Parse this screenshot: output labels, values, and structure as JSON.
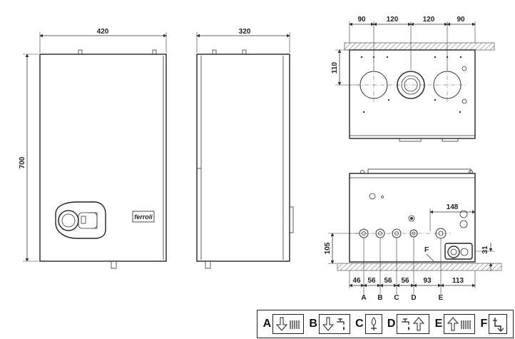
{
  "front_view": {
    "width_label": "420",
    "height_label": "700",
    "logo_text": "ferroli"
  },
  "side_view": {
    "depth_label": "320"
  },
  "top_view": {
    "dims": [
      "90",
      "120",
      "120",
      "90"
    ],
    "height_dim": "110"
  },
  "bottom_view": {
    "width_dim": "148",
    "height_dim": "105",
    "small_dim": "31",
    "f_label": "F",
    "spacings": [
      "46",
      "56",
      "56",
      "56",
      "93",
      "113"
    ],
    "connection_labels": [
      "A",
      "B",
      "C",
      "D",
      "E"
    ]
  },
  "legend": [
    {
      "letter": "A",
      "icon": "heating-flow-icon"
    },
    {
      "letter": "B",
      "icon": "hot-water-outlet-icon"
    },
    {
      "letter": "C",
      "icon": "gas-inlet-icon"
    },
    {
      "letter": "D",
      "icon": "cold-water-inlet-icon"
    },
    {
      "letter": "E",
      "icon": "heating-return-icon"
    },
    {
      "letter": "F",
      "icon": "safety-valve-drain-icon"
    }
  ]
}
